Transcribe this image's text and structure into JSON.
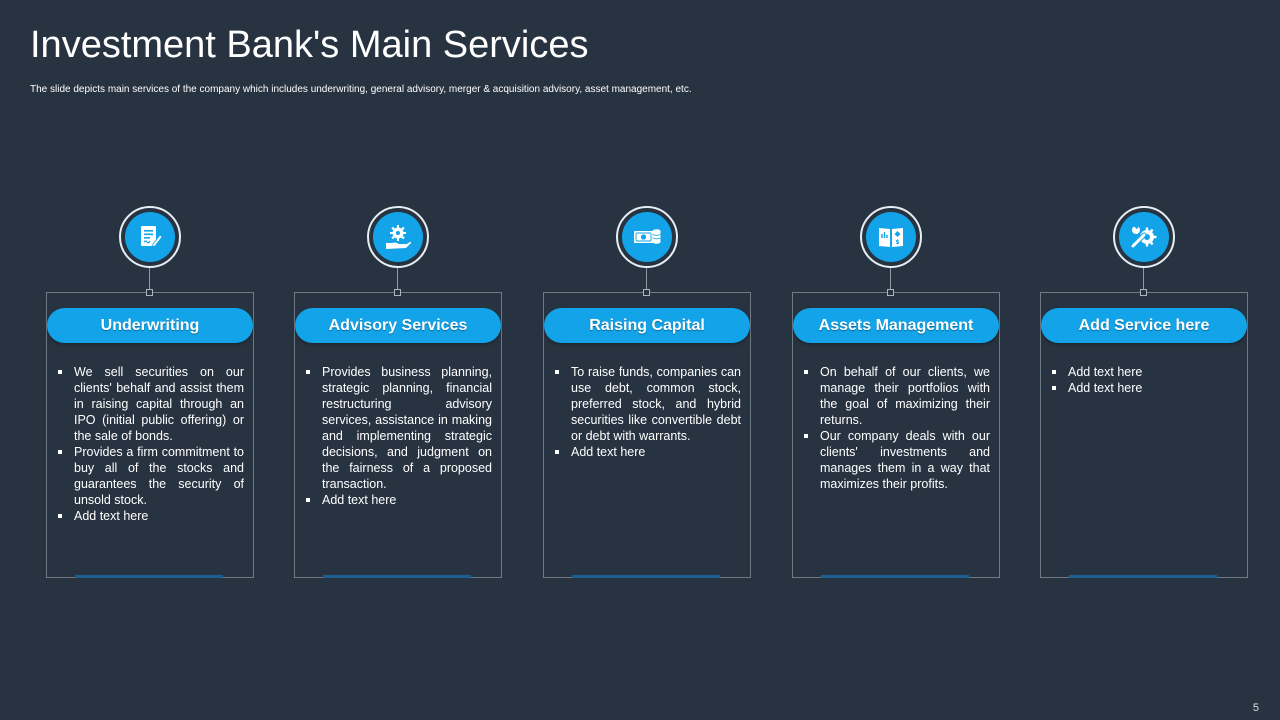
{
  "title": "Investment Bank's Main Services",
  "subtitle": "The slide depicts main  services of the company which includes underwriting, general advisory, merger & acquisition advisory, asset management, etc.",
  "page_number": "5",
  "colors": {
    "background": "#283341",
    "accent": "#12a3e8",
    "card_border": "#6f7a87"
  },
  "services": [
    {
      "icon": "document-pen-icon",
      "label": "Underwriting",
      "bullets": [
        "We sell securities on our clients' behalf and assist them in raising capital through an IPO (initial public offering) or the sale of bonds.",
        "Provides a firm commitment to buy all of the stocks and guarantees the security of unsold stock.",
        "Add text here"
      ]
    },
    {
      "icon": "gear-hand-icon",
      "label": "Advisory Services",
      "bullets": [
        "Provides business planning, strategic planning, financial restructuring advisory services, assistance in making and implementing strategic decisions, and judgment on the fairness of a proposed transaction.",
        "Add text here"
      ]
    },
    {
      "icon": "cash-coins-icon",
      "label": "Raising Capital",
      "bullets": [
        "To raise funds, companies can use debt, common stock, preferred stock, and hybrid securities like convertible debt or debt with warrants.",
        "Add text here"
      ]
    },
    {
      "icon": "finance-book-icon",
      "label": "Assets Management",
      "bullets": [
        "On behalf of our clients, we manage their portfolios with the goal of maximizing their returns.",
        "Our company deals with our clients' investments and manages them in a way that maximizes their profits."
      ]
    },
    {
      "icon": "wrench-gear-icon",
      "label": "Add Service here",
      "bullets": [
        "Add text here",
        "Add text here"
      ]
    }
  ]
}
